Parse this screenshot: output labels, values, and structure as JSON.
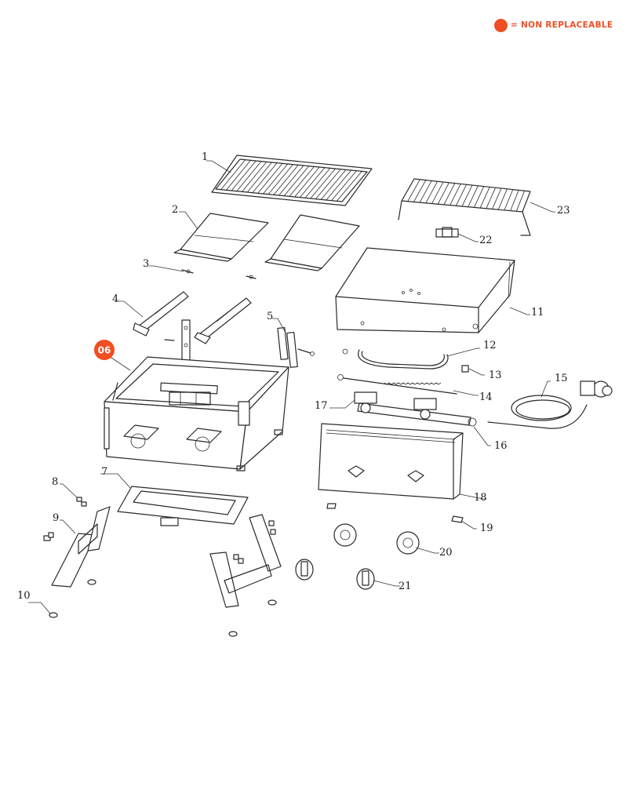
{
  "legend": {
    "marker_color": "#f04e23",
    "text": "= NON REPLACEABLE"
  },
  "highlight": {
    "label": "06",
    "color": "#f04e23"
  },
  "parts": {
    "p1": "1",
    "p2": "2",
    "p3": "3",
    "p4": "4",
    "p5": "5",
    "p7": "7",
    "p8": "8",
    "p9": "9",
    "p10": "10",
    "p11": "11",
    "p12": "12",
    "p13": "13",
    "p14": "14",
    "p15": "15",
    "p16": "16",
    "p17": "17",
    "p18": "18",
    "p19": "19",
    "p20": "20",
    "p21": "21",
    "p22": "22",
    "p23": "23"
  }
}
